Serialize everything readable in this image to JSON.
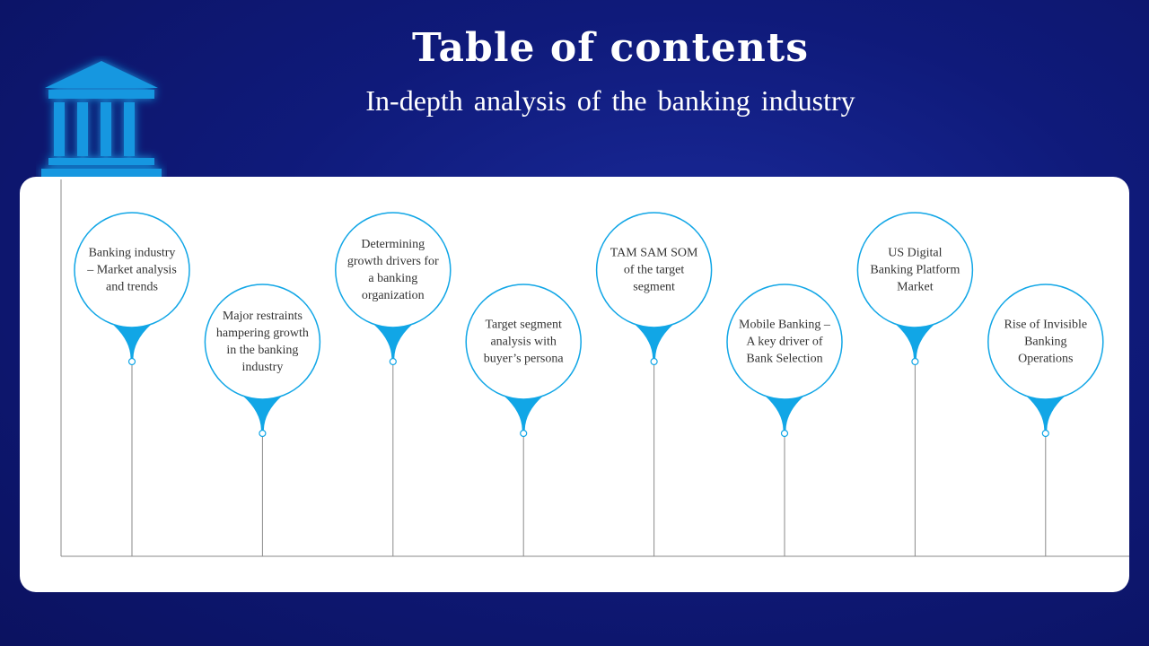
{
  "header": {
    "title": "Table of contents",
    "subtitle": "In-depth analysis of the banking industry"
  },
  "icons": {
    "logo": "bank-building-icon"
  },
  "colors": {
    "background": "#0f1a7a",
    "accent": "#11a6e6",
    "panel": "#ffffff",
    "line": "#8a8a8a",
    "text": "#333333"
  },
  "items": [
    {
      "label": "Banking industry – Market analysis and trends",
      "level": "high"
    },
    {
      "label": "Major restraints hampering growth in the banking industry",
      "level": "low"
    },
    {
      "label": "Determining growth drivers for a banking organization",
      "level": "high"
    },
    {
      "label": "Target segment analysis with buyer’s persona",
      "level": "low"
    },
    {
      "label": "TAM SAM SOM of the target segment",
      "level": "high"
    },
    {
      "label": "Mobile Banking – A key driver of Bank Selection",
      "level": "low"
    },
    {
      "label": "US Digital Banking Platform Market",
      "level": "high"
    },
    {
      "label": "Rise of Invisible Banking Operations",
      "level": "low"
    }
  ]
}
